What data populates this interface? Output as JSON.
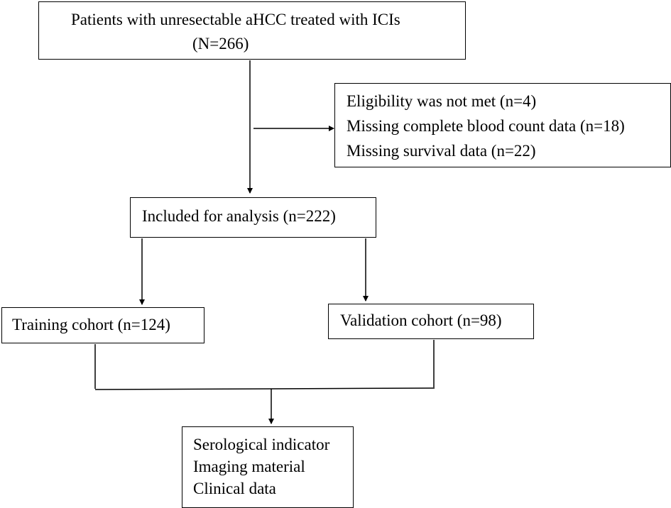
{
  "nodes": {
    "patients": {
      "line1": "Patients with unresectable aHCC treated with ICIs",
      "line2": "(N=266)"
    },
    "exclusion": {
      "items": [
        "Eligibility was not met (n=4)",
        "Missing complete blood count data (n=18)",
        "Missing survival data (n=22)"
      ]
    },
    "included": {
      "label": "Included for analysis (n=222)"
    },
    "training": {
      "label": "Training cohort (n=124)"
    },
    "validation": {
      "label": "Validation cohort (n=98)"
    },
    "outcome": {
      "items": [
        "Serological indicator",
        "Imaging material",
        "Clinical data"
      ]
    }
  }
}
